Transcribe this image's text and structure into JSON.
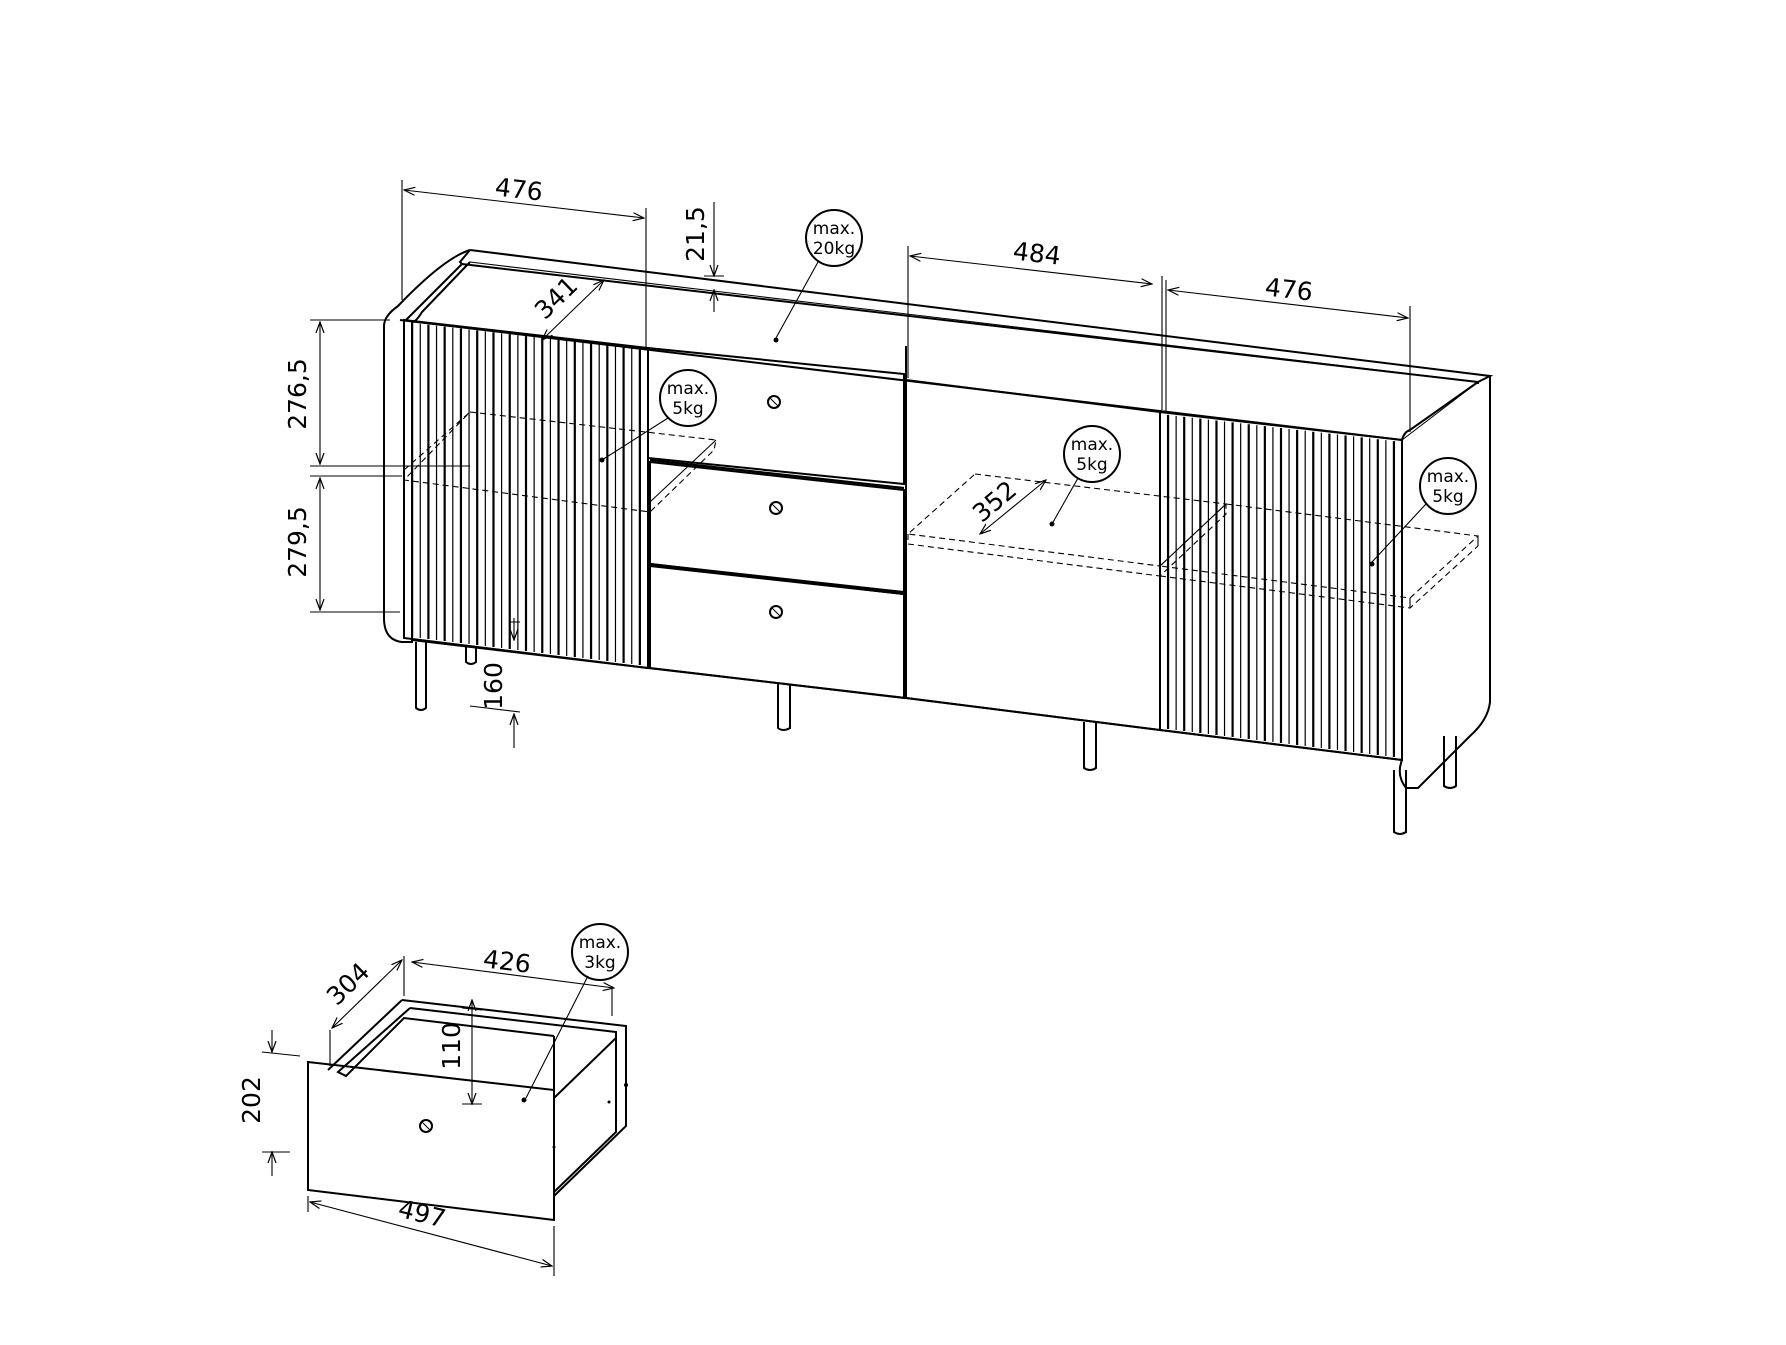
{
  "dimensions": {
    "top_left_width": "476",
    "top_thickness": "21,5",
    "middle_width": "484",
    "right_width": "476",
    "shelf_depth_left": "341",
    "upper_height": "276,5",
    "lower_height": "279,5",
    "leg_height": "160",
    "shelf_depth_middle": "352",
    "drawer_depth": "304",
    "drawer_inner_width": "426",
    "drawer_inner_height": "110",
    "drawer_height": "202",
    "drawer_front_width": "497"
  },
  "load_badges": [
    {
      "line1": "max.",
      "line2": "20kg"
    },
    {
      "line1": "max.",
      "line2": "5kg"
    },
    {
      "line1": "max.",
      "line2": "5kg"
    },
    {
      "line1": "max.",
      "line2": "5kg"
    },
    {
      "line1": "max.",
      "line2": "3kg"
    }
  ]
}
